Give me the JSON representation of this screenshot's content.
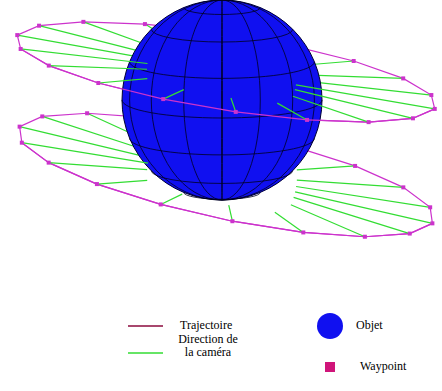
{
  "diagram": {
    "legend": [
      {
        "text": "Trajectoire"
      },
      {
        "text": "Direction de la caméra"
      },
      {
        "text": "Objet",
        "color": "#1010f0"
      },
      {
        "text": "Waypoint",
        "color": "#d0157a"
      }
    ]
  }
}
